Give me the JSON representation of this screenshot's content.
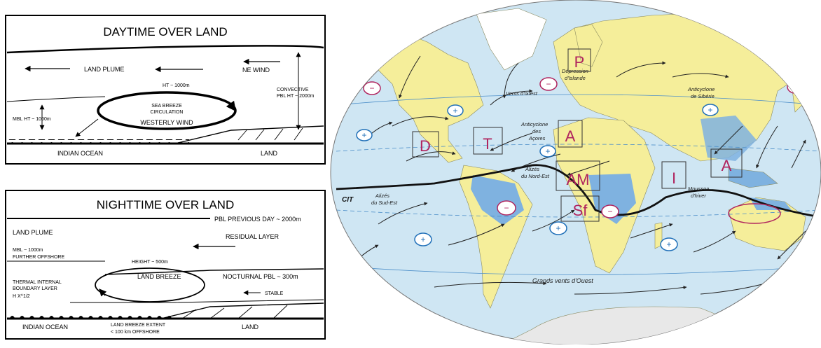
{
  "day_panel": {
    "title": "DAYTIME OVER LAND",
    "land_plume": "LAND PLUME",
    "ne_wind": "NE WIND",
    "ht_1000": "HT ~ 1000m",
    "sea_breeze_1": "SEA BREEZE",
    "sea_breeze_2": "CIRCULATION",
    "westerly": "WESTERLY WIND",
    "convective_1": "CONVECTIVE",
    "convective_2": "PBL HT ~ 2000m",
    "mbl": "MBL HT ~ 1000m",
    "ocean": "INDIAN OCEAN",
    "land": "LAND"
  },
  "night_panel": {
    "title": "NIGHTTIME OVER LAND",
    "pbl_prev": "PBL PREVIOUS DAY ~ 2000m",
    "residual": "RESIDUAL LAYER",
    "land_plume": "LAND PLUME",
    "mbl_1": "MBL ~ 1000m",
    "mbl_2": "FURTHER OFFSHORE",
    "height": "HEIGHT ~ 500m",
    "land_breeze": "LAND BREEZE",
    "nocturnal": "NOCTURNAL PBL ~ 300m",
    "tibl_1": "THERMAL INTERNAL",
    "tibl_2": "BOUNDARY LAYER",
    "tibl_3": "H    X^1/2",
    "stable": "STABLE",
    "ocean": "INDIAN OCEAN",
    "extent_1": "LAND BREEZE EXTENT",
    "extent_2": "< 100 km OFFSHORE",
    "land": "LAND"
  },
  "map": {
    "cit": "CIT",
    "depression_1": "Dépression",
    "depression_2": "d'Islande",
    "vents_ouest": "Vents d'ouest",
    "siberie_1": "Anticyclone",
    "siberie_2": "de Sibérie",
    "acores_1": "Anticyclone",
    "acores_2": "des",
    "acores_3": "Açores",
    "alizes_ne_1": "Alizés",
    "alizes_ne_2": "du Nord-Est",
    "alizes_se_1": "Alizés",
    "alizes_se_2": "du Sud-Est",
    "mousson_1": "Mousson",
    "mousson_2": "d'hiver",
    "grands_vents": "Grands vents d'Ouest",
    "high_symbol": "+",
    "low_symbol": "−",
    "boxes": {
      "p": "P",
      "d": "D",
      "t": "T",
      "a1": "A",
      "am": "AM",
      "sf": "Sf",
      "i": "I",
      "a2": "A"
    },
    "colors": {
      "ocean": "#cfe6f3",
      "land": "#f5ee9a",
      "wet": "#7fb2e0",
      "box": "#b0245e",
      "low": "#b0245e",
      "high": "#1f6fb8"
    }
  }
}
